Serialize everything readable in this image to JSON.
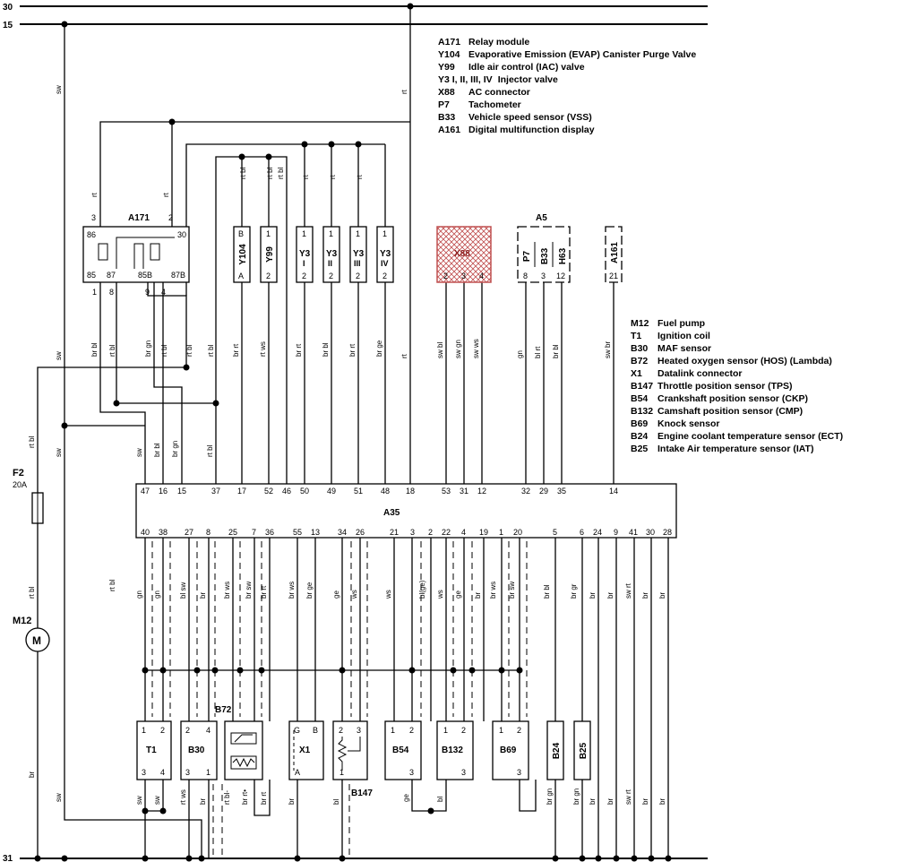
{
  "rails": {
    "r30": "30",
    "r15": "15",
    "r31": "31"
  },
  "fuse": {
    "name": "F2",
    "rating": "20A"
  },
  "motor": {
    "name": "M12",
    "symbol": "M"
  },
  "relay": {
    "name": "A171",
    "top_pins": [
      "3",
      "2"
    ],
    "bottom_pins": [
      "1",
      "8",
      "9",
      "4"
    ],
    "inner": [
      "86",
      "30",
      "85",
      "87",
      "85B",
      "87B"
    ]
  },
  "ecu": {
    "name": "A35",
    "top_pins": [
      "47",
      "16",
      "15",
      "37",
      "17",
      "52",
      "46",
      "50",
      "49",
      "51",
      "48",
      "18",
      "53",
      "31",
      "12",
      "32",
      "29",
      "35",
      "14"
    ],
    "bottom_pins": [
      "40",
      "38",
      "27",
      "8",
      "25",
      "7",
      "36",
      "55",
      "13",
      "34",
      "26",
      "21",
      "3",
      "2",
      "22",
      "4",
      "19",
      "1",
      "20",
      "5",
      "6",
      "24",
      "9",
      "41",
      "30",
      "28"
    ]
  },
  "top_components": [
    {
      "name": "Y104",
      "pins": [
        "B",
        "A"
      ]
    },
    {
      "name": "Y99",
      "pins": [
        "1",
        "2"
      ]
    },
    {
      "name": "Y3\nI",
      "pins": [
        "1",
        "2"
      ]
    },
    {
      "name": "Y3\nII",
      "pins": [
        "1",
        "2"
      ]
    },
    {
      "name": "Y3\nIII",
      "pins": [
        "1",
        "2"
      ]
    },
    {
      "name": "Y3\nIV",
      "pins": [
        "1",
        "2"
      ]
    }
  ],
  "x88": {
    "name": "X88",
    "pins": [
      "2",
      "3",
      "4"
    ]
  },
  "a5": {
    "name": "A5",
    "items": [
      "P7",
      "B33",
      "H63"
    ],
    "pins": [
      "8",
      "3",
      "12"
    ]
  },
  "a161": {
    "name": "A161",
    "pin": "21"
  },
  "bottom_components": {
    "t1": {
      "name": "T1",
      "pins": [
        "1",
        "2",
        "3",
        "4"
      ]
    },
    "b30": {
      "name": "B30",
      "pins": [
        "2",
        "4",
        "3",
        "1"
      ]
    },
    "b72": {
      "name": "B72"
    },
    "x1": {
      "name": "X1",
      "pins": [
        "G",
        "B",
        "A"
      ]
    },
    "b147": {
      "name": "B147",
      "pins": [
        "2",
        "3",
        "1"
      ]
    },
    "b54": {
      "name": "B54",
      "pins": [
        "1",
        "2",
        "3"
      ]
    },
    "b132": {
      "name": "B132",
      "pins": [
        "1",
        "2",
        "3"
      ]
    },
    "b69": {
      "name": "B69",
      "pins": [
        "1",
        "2",
        "3"
      ]
    },
    "b24": {
      "name": "B24"
    },
    "b25": {
      "name": "B25"
    }
  },
  "wire_colors": {
    "sw": "sw",
    "rt": "rt",
    "rtbl": "rt bl",
    "brbl": "br bl",
    "brgn": "br gn",
    "brrt": "br rt",
    "rtws": "rt ws",
    "brge": "br ge",
    "swbl": "sw bl",
    "swgn": "sw gn",
    "swws": "sw ws",
    "gn": "gn",
    "blrt": "bl rt",
    "brblk": "br bl",
    "swbr": "sw br",
    "blsw": "bl sw",
    "br": "br",
    "brws": "br ws",
    "brsw": "br sw",
    "ge": "ge",
    "ws": "ws",
    "blge": "bl(ge)",
    "bl": "bl",
    "brgr": "br gr",
    "swrt": "sw rt",
    "rtbll": "rt bl-",
    "brrte": "br rt•"
  },
  "legend_top": [
    {
      "code": "A171",
      "desc": "Relay module"
    },
    {
      "code": "Y104",
      "desc": "Evaporative Emission (EVAP) Canister Purge Valve"
    },
    {
      "code": "Y99",
      "desc": "Idle air control (IAC) valve"
    },
    {
      "code": "Y3 I, II, III, IV",
      "desc": "Injector valve"
    },
    {
      "code": "X88",
      "desc": "AC connector"
    },
    {
      "code": "P7",
      "desc": "Tachometer"
    },
    {
      "code": "B33",
      "desc": "Vehicle speed sensor (VSS)"
    },
    {
      "code": "A161",
      "desc": "Digital multifunction display"
    }
  ],
  "legend_right": [
    {
      "code": "M12",
      "desc": "Fuel pump"
    },
    {
      "code": "T1",
      "desc": "Ignition coil"
    },
    {
      "code": "B30",
      "desc": "MAF sensor"
    },
    {
      "code": "B72",
      "desc": "Heated oxygen sensor (HOS) (Lambda)"
    },
    {
      "code": "X1",
      "desc": "Datalink connector"
    },
    {
      "code": "B147",
      "desc": "Throttle position sensor (TPS)"
    },
    {
      "code": "B54",
      "desc": "Crankshaft position sensor (CKP)"
    },
    {
      "code": "B132",
      "desc": "Camshaft position sensor (CMP)"
    },
    {
      "code": "B69",
      "desc": "Knock sensor"
    },
    {
      "code": "B24",
      "desc": "Engine coolant temperature sensor (ECT)"
    },
    {
      "code": "B25",
      "desc": "Intake Air temperature sensor (IAT)"
    }
  ]
}
